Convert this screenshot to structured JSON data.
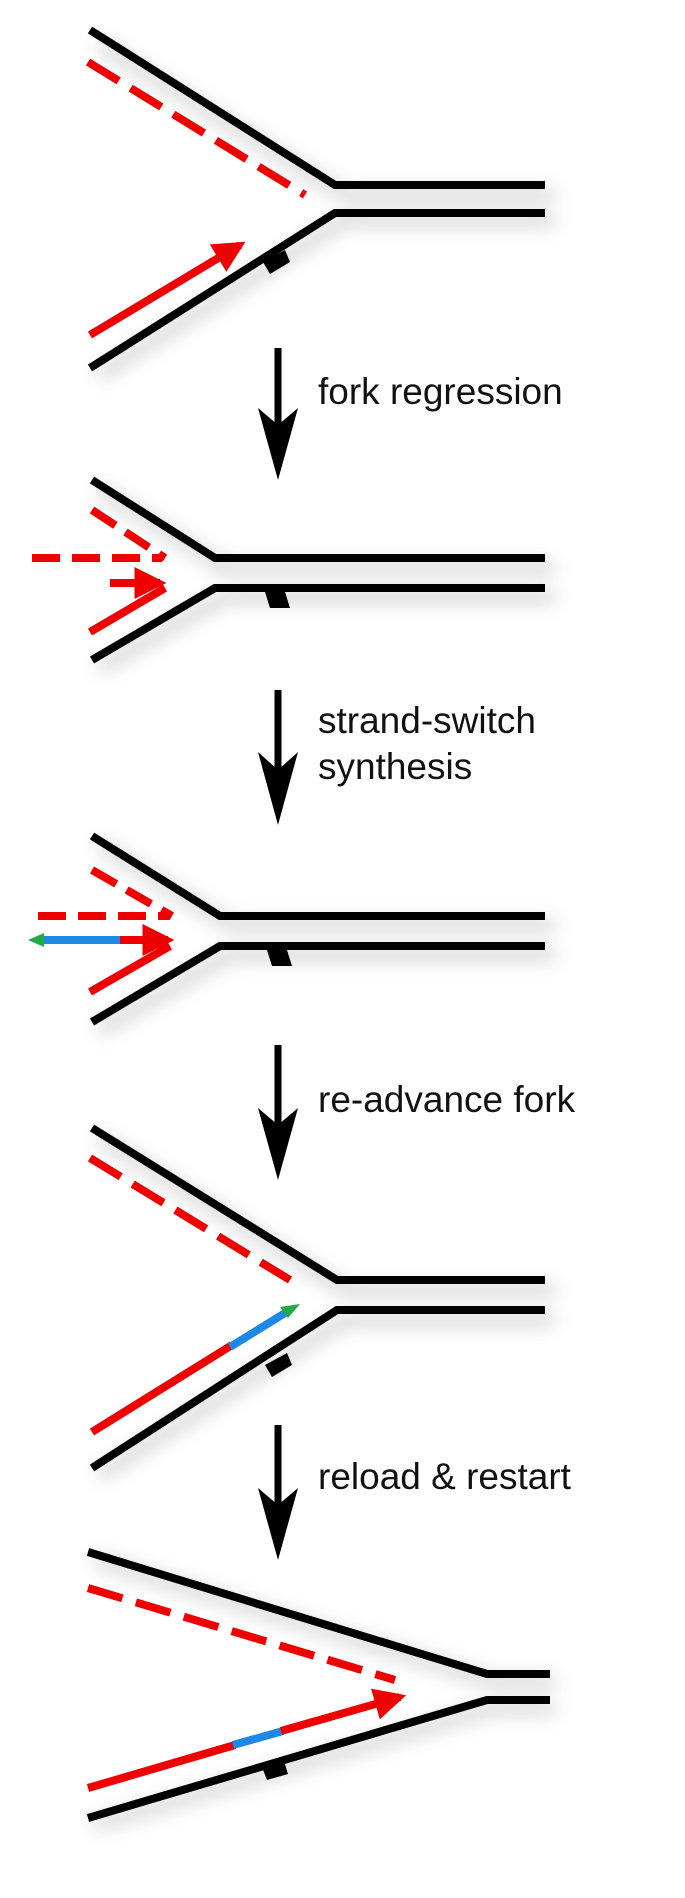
{
  "steps": [
    {
      "label_lines": [
        "fork regression"
      ]
    },
    {
      "label_lines": [
        "strand-switch",
        "synthesis"
      ]
    },
    {
      "label_lines": [
        "re-advance fork"
      ]
    },
    {
      "label_lines": [
        "reload & restart"
      ]
    }
  ],
  "colors": {
    "parental_strand": "#000000",
    "nascent_strand": "#ee0000",
    "switch_synthesis": "#1e88e5",
    "strand_tip": "#22aa44",
    "shadow": "#888888"
  }
}
